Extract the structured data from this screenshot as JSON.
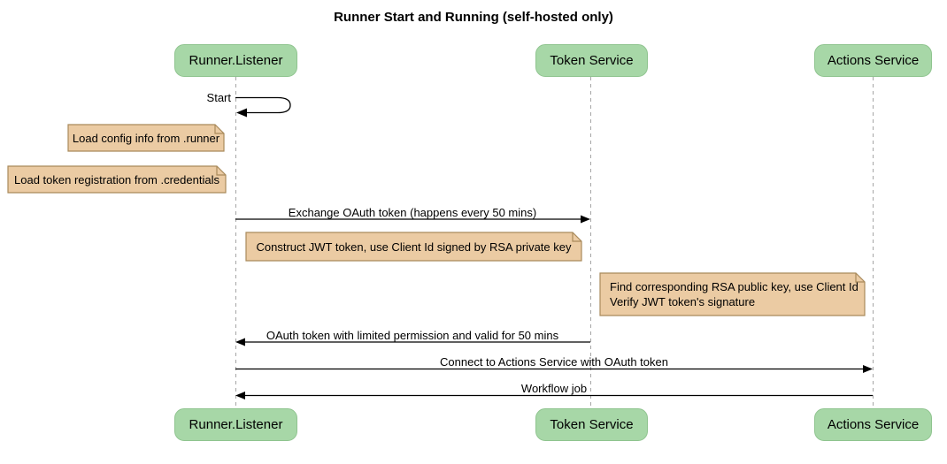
{
  "title": "Runner Start and Running (self-hosted only)",
  "participants": [
    {
      "label": "Runner.Listener"
    },
    {
      "label": "Token Service"
    },
    {
      "label": "Actions Service"
    }
  ],
  "messages": {
    "start": "Start",
    "exchange": "Exchange OAuth token (happens every 50 mins)",
    "oauth_return": "OAuth token with limited permission and valid for 50 mins",
    "connect": "Connect to Actions Service with OAuth token",
    "workflow": "Workflow job"
  },
  "notes": {
    "config": "Load config info from .runner",
    "credentials": "Load token registration from .credentials",
    "jwt": "Construct JWT token, use Client Id signed by RSA private key",
    "verify_line1": "Find corresponding RSA public key, use Client Id",
    "verify_line2": "Verify JWT token's signature"
  },
  "colors": {
    "participant_fill": "#a7d7a7",
    "participant_border": "#8fc48f",
    "note_fill": "#ebcba3",
    "note_border": "#a98a5b",
    "message_line": "#000000",
    "lifeline": "#a6a6a6",
    "text": "#000000",
    "background": "#ffffff"
  }
}
